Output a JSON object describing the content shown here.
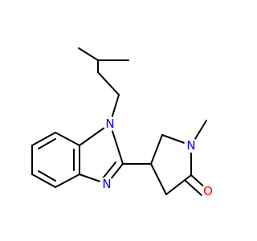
{
  "molecule": {
    "colors": {
      "bond": "#000000",
      "nitrogen": "#0000ff",
      "oxygen": "#ff0000"
    },
    "atoms": [
      {
        "id": "n1",
        "symbol": "N",
        "label": "N",
        "color": "#0000ff"
      },
      {
        "id": "n2",
        "symbol": "N",
        "label": "N",
        "color": "#0000ff"
      },
      {
        "id": "n3",
        "symbol": "N",
        "label": "N",
        "color": "#0000ff"
      },
      {
        "id": "o1",
        "symbol": "O",
        "label": "O",
        "color": "#ff0000"
      }
    ]
  }
}
